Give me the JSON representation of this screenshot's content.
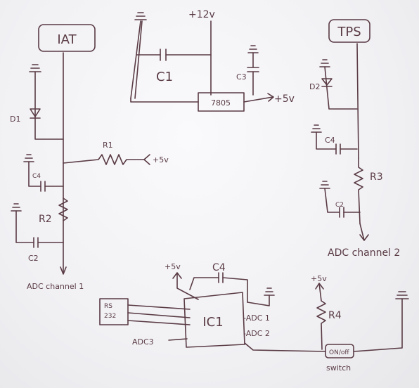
{
  "sections": {
    "iat": {
      "title": "IAT",
      "d1": "D1",
      "r1": "R1",
      "r1_supply": "+5v",
      "c4": "C4",
      "r2": "R2",
      "c2": "C2",
      "output": "ADC channel 1"
    },
    "power": {
      "input": "+12v",
      "c1": "C1",
      "c3": "C3",
      "regulator": "7805",
      "output": "+5v"
    },
    "tps": {
      "title": "TPS",
      "d2": "D2",
      "c4": "C4",
      "r3": "R3",
      "c2": "C2",
      "output": "ADC channel 2"
    },
    "ic": {
      "supply": "+5v",
      "c4": "C4",
      "rs232_line1": "RS",
      "rs232_line2": "232",
      "ic1": "IC1",
      "adc1": "-ADC 1",
      "adc2": "-ADC 2",
      "adc3": "ADC3",
      "r4_supply": "+5v",
      "r4": "R4",
      "switch_label": "ON/off",
      "switch_caption": "switch"
    }
  },
  "colors": {
    "ink": "#5a3b44",
    "paper": "#f4f4f6"
  }
}
